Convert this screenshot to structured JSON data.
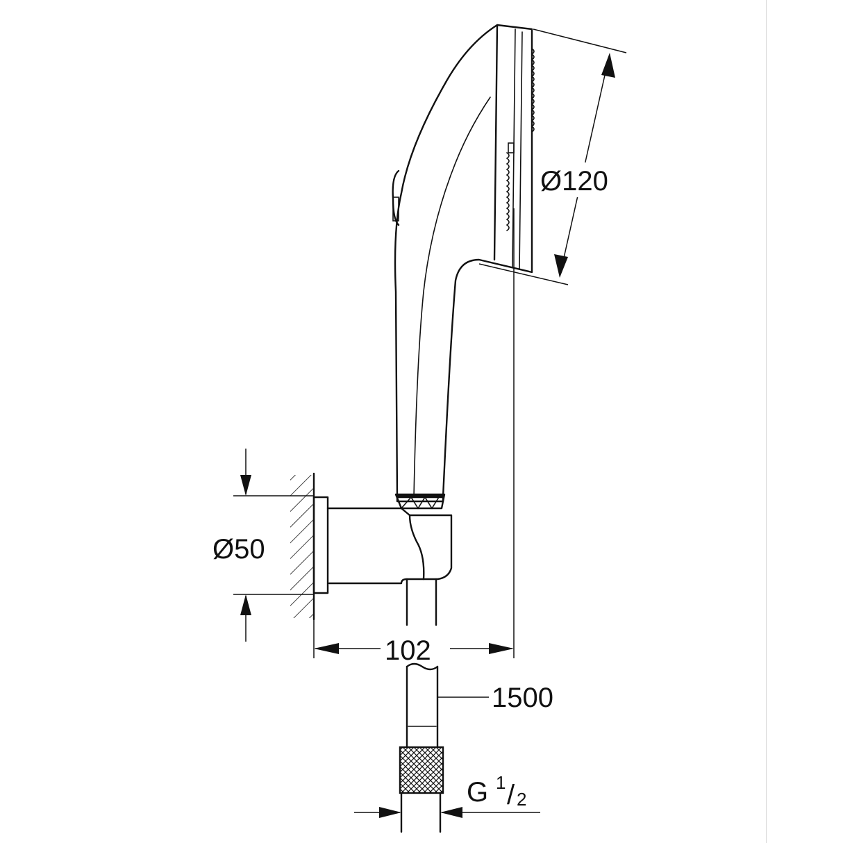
{
  "dimensions": {
    "head_diameter": "Ø120",
    "holder_diameter": "Ø50",
    "projection": "102",
    "hose_length": "1500",
    "thread_prefix": "G",
    "thread_numerator": "1",
    "thread_slash": "/",
    "thread_denominator": "2"
  }
}
